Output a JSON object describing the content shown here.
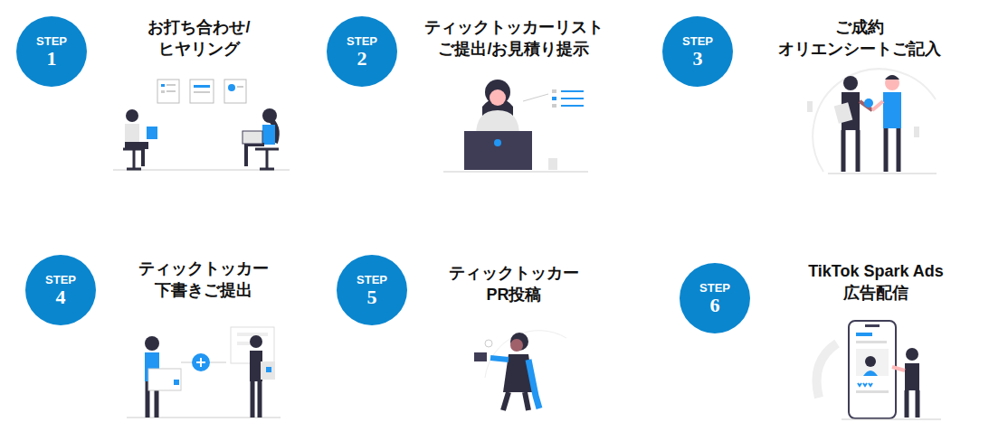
{
  "diagram": {
    "nodes": [
      {
        "text": [
          "STEP",
          "1",
          "お打ち合わせ/ ヒヤリング"
        ]
      },
      {
        "text": [
          "STEP",
          "2",
          "ティックトッカーリスト ご提出/お見積り提示"
        ]
      },
      {
        "text": [
          "STEP",
          "3",
          "ご成約 オリエンシートご記入"
        ]
      },
      {
        "text": [
          "STEP",
          "4",
          "ティックトッカー 下書きご提出"
        ]
      },
      {
        "text": [
          "STEP",
          "5",
          "ティックトッカー PR投稿"
        ]
      },
      {
        "text": [
          "STEP",
          "6",
          "TikTok Spark Ads 広告配信"
        ]
      }
    ]
  }
}
